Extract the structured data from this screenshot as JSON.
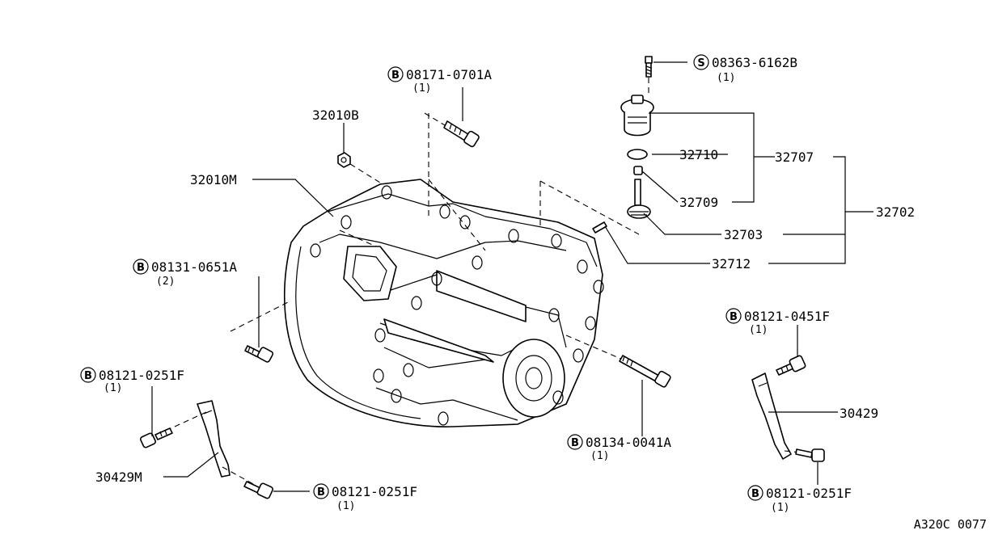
{
  "diagram_code": "A320C 0077",
  "parts": {
    "p32010B": "32010B",
    "p32010M": "32010M",
    "p32707": "32707",
    "p32710": "32710",
    "p32709": "32709",
    "p32702": "32702",
    "p32703": "32703",
    "p32712": "32712",
    "p30429": "30429",
    "p30429M": "30429M"
  },
  "fasteners": {
    "bolt_top": {
      "mark": "B",
      "number": "08171-0701A",
      "qty": "(1)"
    },
    "screw_top": {
      "mark": "S",
      "number": "08363-6162B",
      "qty": "(1)"
    },
    "bolt_left": {
      "mark": "B",
      "number": "08131-0651A",
      "qty": "(2)"
    },
    "bolt_lower_left": {
      "mark": "B",
      "number": "08121-0251F",
      "qty": "(1)"
    },
    "bolt_bottom": {
      "mark": "B",
      "number": "08121-0251F",
      "qty": "(1)"
    },
    "bolt_center": {
      "mark": "B",
      "number": "08134-0041A",
      "qty": "(1)"
    },
    "bolt_right_top": {
      "mark": "B",
      "number": "08121-0451F",
      "qty": "(1)"
    },
    "bolt_right_bot": {
      "mark": "B",
      "number": "08121-0251F",
      "qty": "(1)"
    }
  }
}
